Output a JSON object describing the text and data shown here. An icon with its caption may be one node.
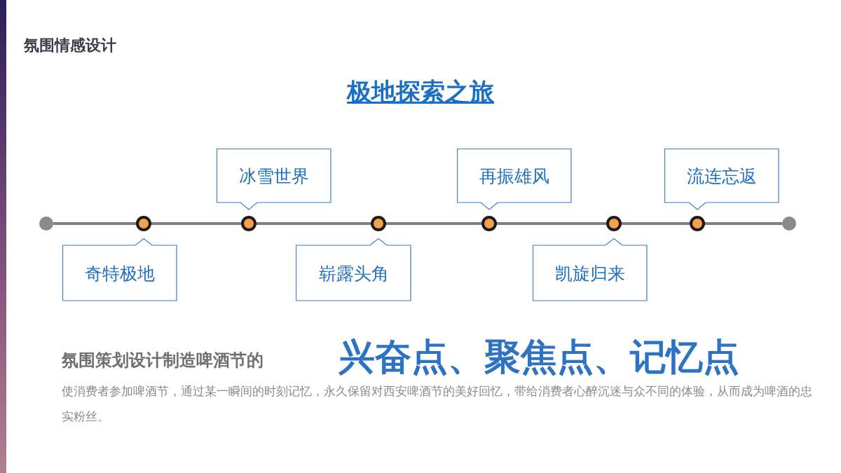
{
  "diagram": {
    "title": "极地探索之旅",
    "nodes": [
      {
        "text": [
          "奇特极地"
        ]
      },
      {
        "text": [
          "冰雪世界"
        ]
      },
      {
        "text": [
          "崭露头角"
        ]
      },
      {
        "text": [
          "再振雄风"
        ]
      },
      {
        "text": [
          "凯旋归来"
        ]
      },
      {
        "text": [
          "流连忘返"
        ]
      },
      {
        "text": [],
        "shape": "circle"
      },
      {
        "text": [],
        "shape": "circle"
      },
      {
        "text": [],
        "shape": "circle"
      },
      {
        "text": [],
        "shape": "circle"
      },
      {
        "text": [],
        "shape": "circle"
      },
      {
        "text": [],
        "shape": "circle"
      },
      {
        "text": [],
        "shape": "circle"
      },
      {
        "text": [],
        "shape": "circle"
      }
    ],
    "edges": [
      {
        "from": 6,
        "to": 7,
        "arrow": "none"
      },
      {
        "from": 7,
        "to": 8,
        "arrow": "none"
      },
      {
        "from": 8,
        "to": 9,
        "arrow": "none"
      },
      {
        "from": 9,
        "to": 10,
        "arrow": "none"
      },
      {
        "from": 10,
        "to": 11,
        "arrow": "none"
      },
      {
        "from": 11,
        "to": 12,
        "arrow": "none"
      },
      {
        "from": 12,
        "to": 13,
        "arrow": "none"
      }
    ],
    "labels": [
      "氛围情感设计",
      "氛围策划设计制造啤酒节的",
      "兴奋点、聚焦点、记忆点",
      "使消费者参加啤酒节，通过某一瞬间的时刻记忆，永久保留对西安啤酒节的美好回忆，带给消费者心醉沉迷与众不同的体验，从而成为啤酒的忠实粉丝。"
    ]
  }
}
